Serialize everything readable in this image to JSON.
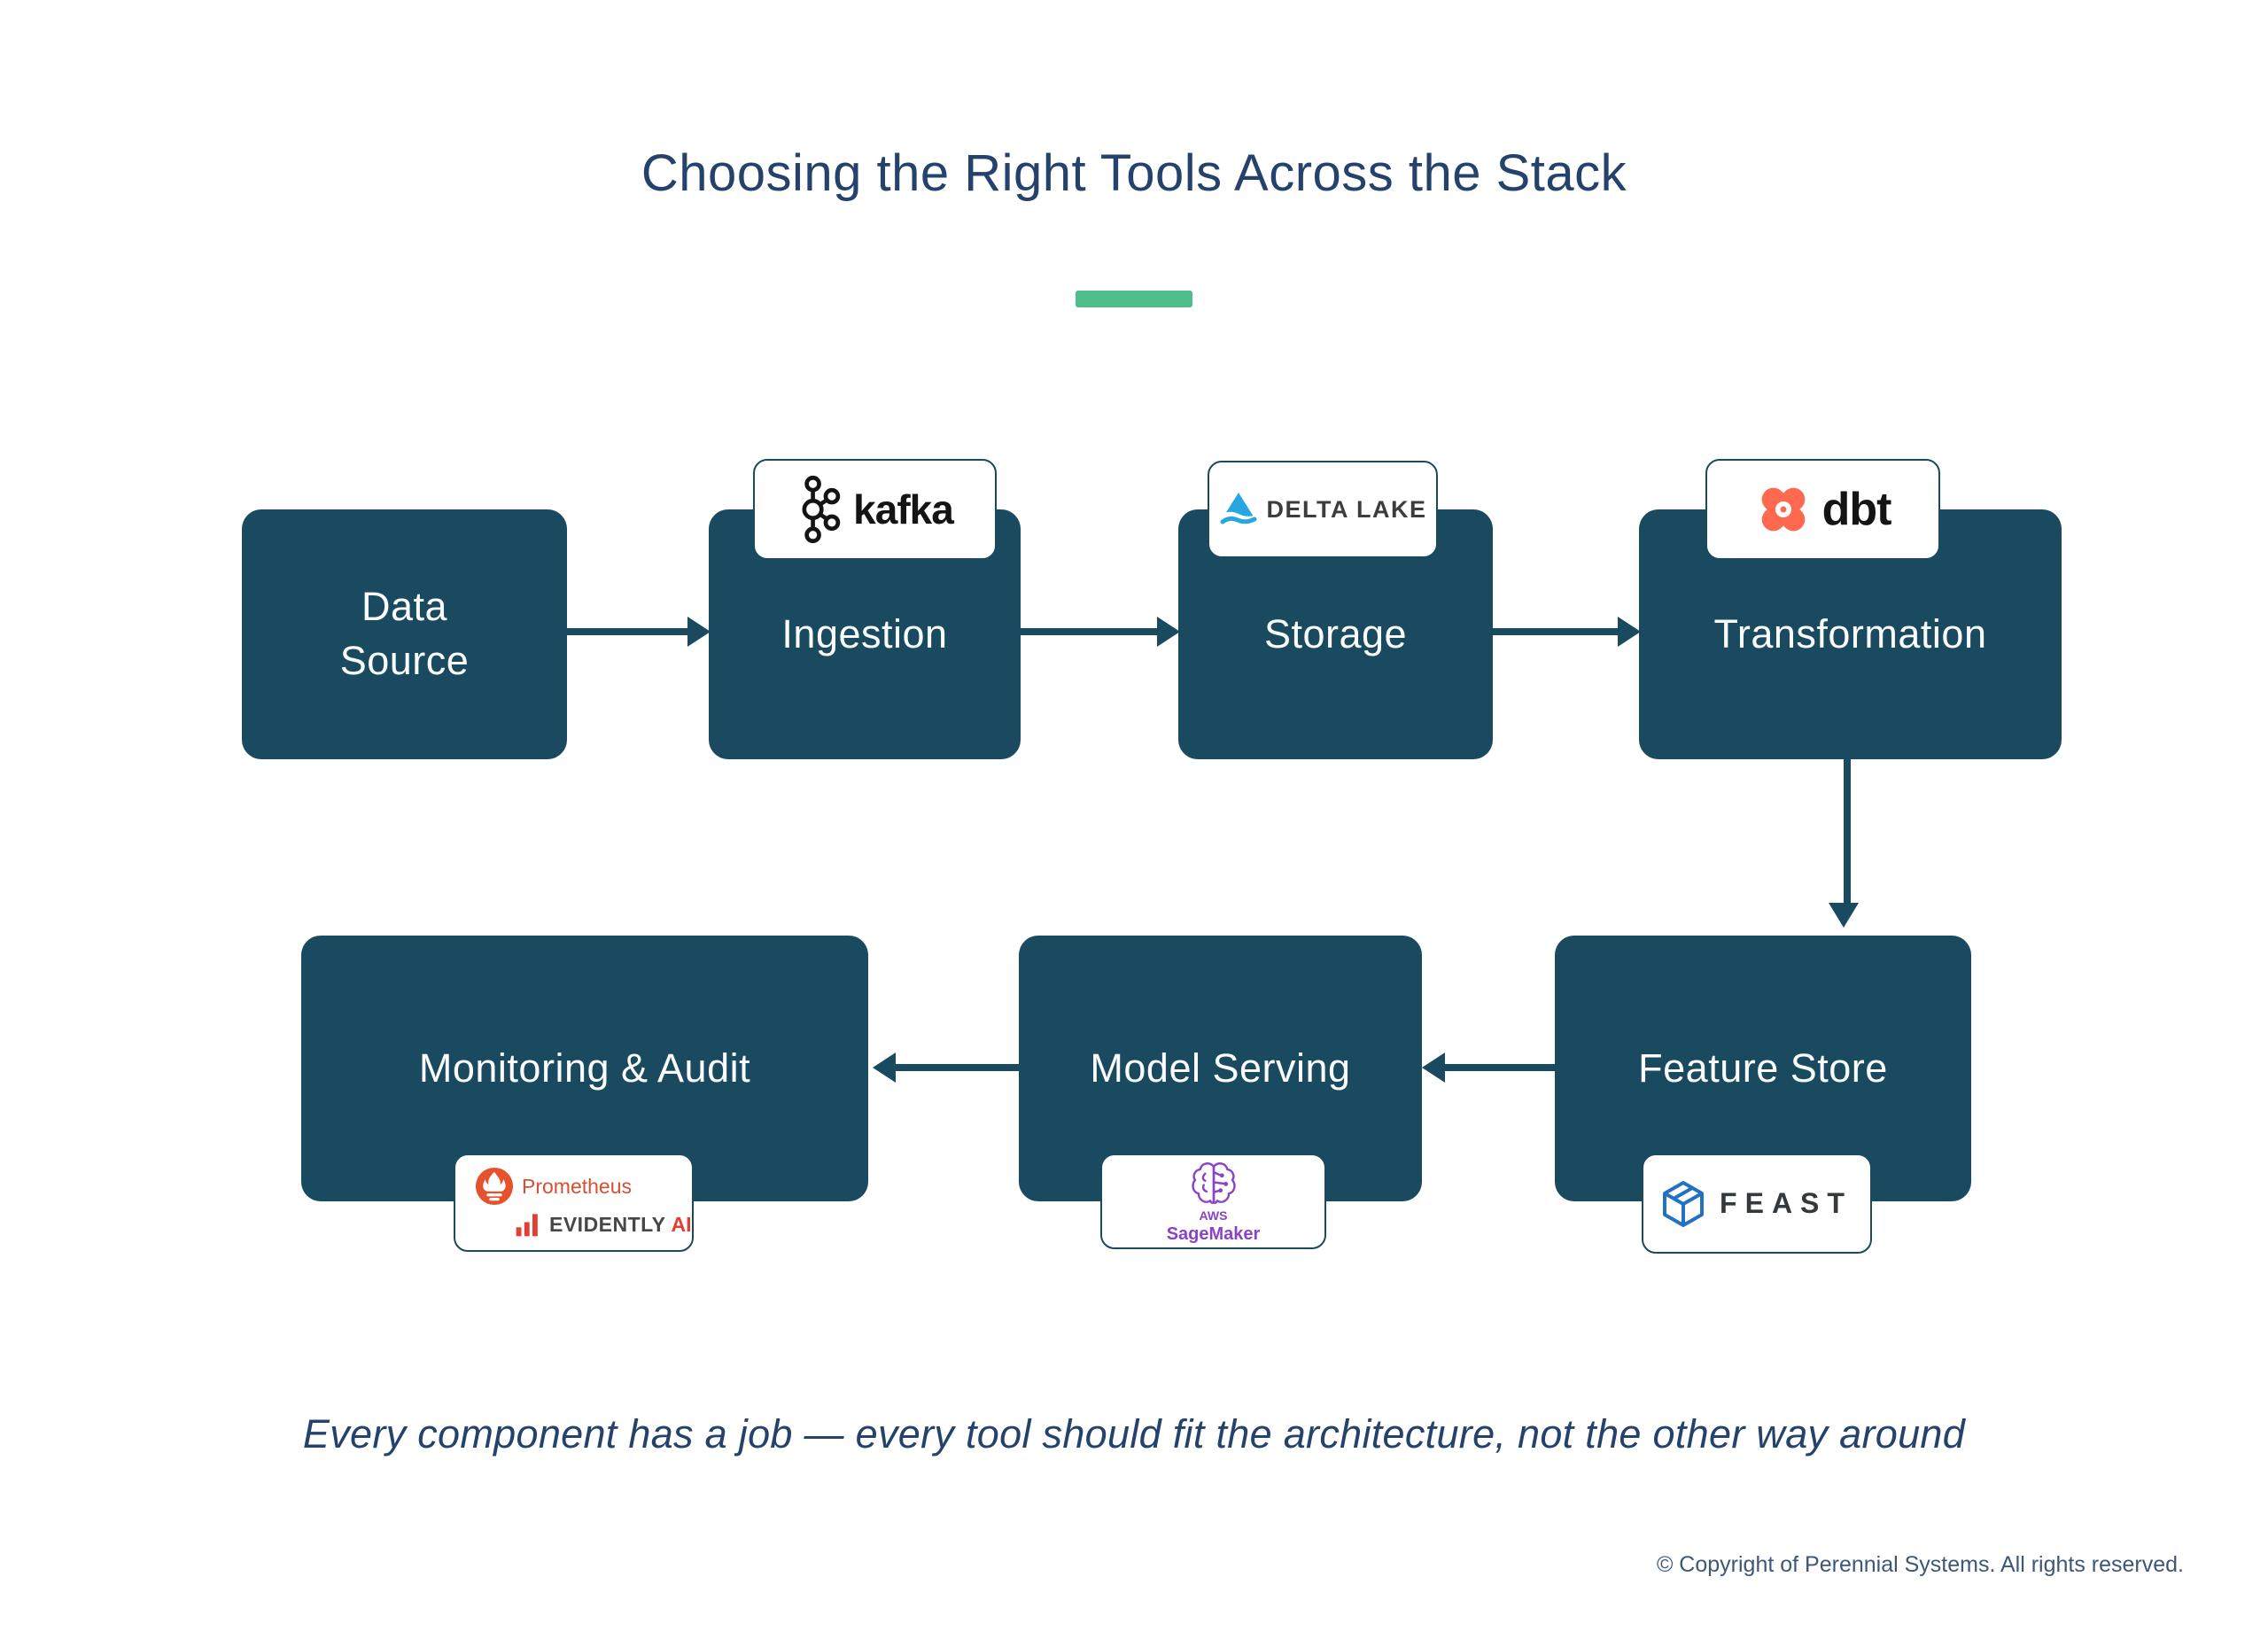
{
  "title": "Choosing the Right Tools Across the Stack",
  "colors": {
    "node_fill": "#1A4A5F",
    "divider_green": "#4FBE8A",
    "heading_navy": "#24426B",
    "kafka_black": "#141414",
    "delta_blue": "#27A7DF",
    "dbt_coral": "#FF6950",
    "prometheus_orange": "#E6522C",
    "evidently_red": "#E33E30",
    "sagemaker_purple": "#8A42C8",
    "feast_blue": "#2272C3"
  },
  "top_row": [
    {
      "label": "Data\nSource"
    },
    {
      "label": "Ingestion",
      "tool": {
        "name": "kafka",
        "icon": "kafka-icon",
        "text": "kafka"
      }
    },
    {
      "label": "Storage",
      "tool": {
        "name": "delta-lake",
        "icon": "delta-lake-icon",
        "text": "DELTA LAKE"
      }
    },
    {
      "label": "Transformation",
      "tool": {
        "name": "dbt",
        "icon": "dbt-icon",
        "text": "dbt"
      }
    }
  ],
  "bottom_row": [
    {
      "label": "Monitoring & Audit",
      "tool": {
        "name": "prometheus-evidently",
        "icons": [
          "prometheus-icon",
          "evidently-bars-icon"
        ],
        "prometheus_label": "Prometheus",
        "evidently_label": "EVIDENTLY",
        "evidently_accent": "AI"
      }
    },
    {
      "label": "Model Serving",
      "tool": {
        "name": "aws-sagemaker",
        "icon": "sagemaker-brain-icon",
        "line1": "AWS",
        "line2": "SageMaker"
      }
    },
    {
      "label": "Feature Store",
      "tool": {
        "name": "feast",
        "icon": "feast-cube-icon",
        "text": "FEAST"
      }
    }
  ],
  "footer": {
    "tagline": "Every component has a job — every tool should fit the architecture, not the other way around",
    "copyright": "© Copyright of Perennial Systems. All rights reserved."
  }
}
